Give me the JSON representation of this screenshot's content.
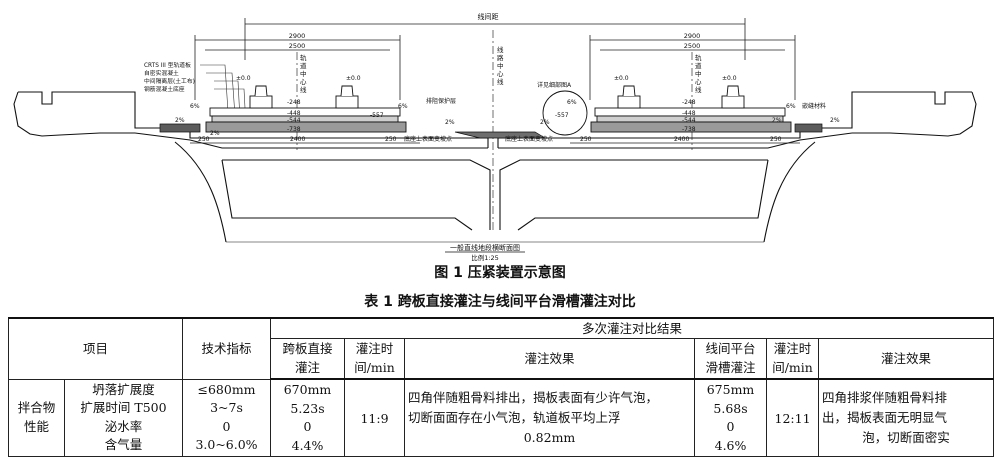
{
  "figure": {
    "caption": "图 1  压紧装置示意图",
    "drawing": {
      "top_dim": "线间距",
      "left_dim_outer": "2900",
      "left_dim_inner": "2500",
      "right_dim_outer": "2900",
      "right_dim_inner": "2500",
      "track_center_l": [
        "轨",
        "道",
        "中",
        "心",
        "线"
      ],
      "route_center": [
        "线",
        "路",
        "中",
        "心",
        "线"
      ],
      "track_center_r": [
        "轨",
        "道",
        "中",
        "心",
        "线"
      ],
      "legend": [
        "CRTS III 型轨道板",
        "自密实混凝土",
        "中间隔离层(土工布)",
        "钢筋混凝土底座"
      ],
      "guard": "排阻保护层",
      "detail": "详见细部图A",
      "drain": "嵌缝材料",
      "rail_l1": "±0.0",
      "rail_l2": "±0.0",
      "rail_r1": "±0.0",
      "rail_r2": "±0.0",
      "elev_l": [
        "-248",
        "-448",
        "-544",
        "-738"
      ],
      "elev_l_side": "-557",
      "elev_r": [
        "-248",
        "-448",
        "-544",
        "-738"
      ],
      "elev_r_side": "-557",
      "pct": [
        "6%",
        "2%",
        "2%",
        "6%",
        "2%",
        "6%",
        "2%",
        "6%",
        "2%",
        "2%"
      ],
      "base_dims_l": [
        "250",
        "2400",
        "250"
      ],
      "base_dims_r": [
        "250",
        "2400",
        "250"
      ],
      "base_pt_l": "底座上表面变坡点",
      "base_pt_r": "底座上表面变坡点",
      "sheet_title": "一般直线地段横断面图",
      "scale": "比例1:25"
    }
  },
  "table": {
    "caption": "表 1  跨板直接灌注与线间平台滑槽灌注对比",
    "header": {
      "item": "项目",
      "tech": "技术指标",
      "multi": "多次灌注对比结果",
      "method1": [
        "跨板直接",
        "灌注"
      ],
      "time1": [
        "灌注时",
        "间/min"
      ],
      "effect1": "灌注效果",
      "method2": [
        "线间平台",
        "滑槽灌注"
      ],
      "time2": [
        "灌注时",
        "间/min"
      ],
      "effect2": "灌注效果"
    },
    "group_label": [
      "拌合物",
      "性能"
    ],
    "rows": [
      {
        "name": "坍落扩展度",
        "tech": "≤680mm",
        "v1": "670mm",
        "v2": "675mm"
      },
      {
        "name": "扩展时间 T500",
        "tech": "3~7s",
        "v1": "5.23s",
        "v2": "5.68s"
      },
      {
        "name": "泌水率",
        "tech": "0",
        "v1": "0",
        "v2": "0"
      },
      {
        "name": "含气量",
        "tech": "3.0~6.0%",
        "v1": "4.4%",
        "v2": "4.6%"
      }
    ],
    "time1": "11:9",
    "time2": "12:11",
    "effect1_lines": [
      "四角伴随粗骨料排出，揭板表面有少许气泡，",
      "切断面面存在小气泡，轨道板平均上浮",
      "0.82mm"
    ],
    "effect2_lines": [
      "四角排浆伴随粗骨料排",
      "出，揭板表面无明显气",
      "泡，切断面密实"
    ]
  }
}
